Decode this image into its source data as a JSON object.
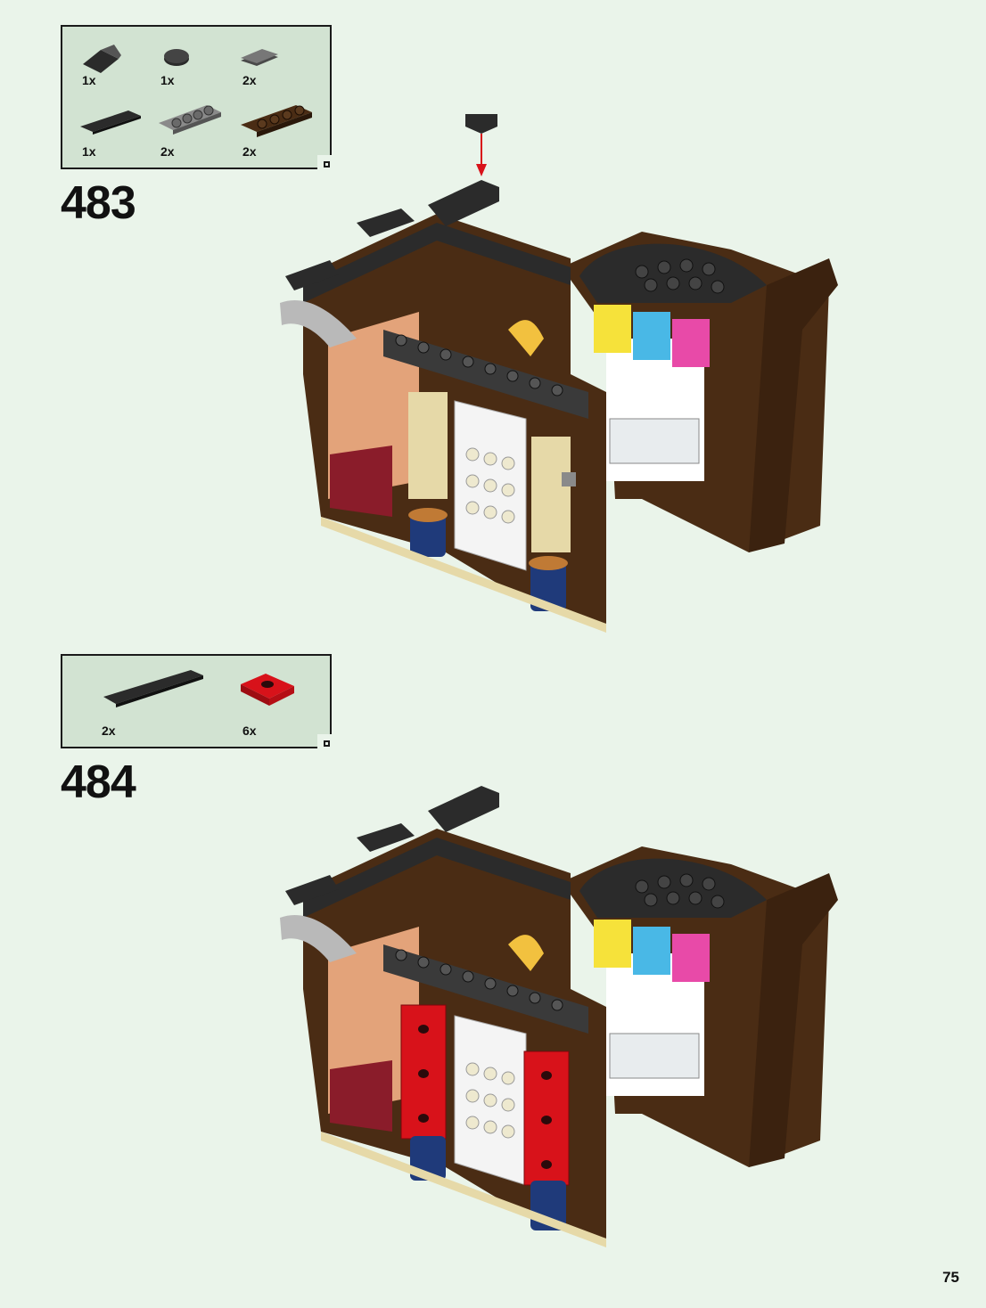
{
  "page_number": "75",
  "steps": [
    {
      "number": "483",
      "parts": [
        {
          "qty": "1x",
          "name": "black-slope-icon",
          "color": "#2b2b2b"
        },
        {
          "qty": "1x",
          "name": "black-tile-round-icon",
          "color": "#2b2b2b"
        },
        {
          "qty": "2x",
          "name": "grey-tile-icon",
          "color": "#6b6b6b"
        },
        {
          "qty": "1x",
          "name": "black-long-tile-icon",
          "color": "#2b2b2b"
        },
        {
          "qty": "2x",
          "name": "grey-plate-1x4-icon",
          "color": "#8a8a8a"
        },
        {
          "qty": "2x",
          "name": "brown-plate-1x4-icon",
          "color": "#4a2c14"
        }
      ]
    },
    {
      "number": "484",
      "parts": [
        {
          "qty": "2x",
          "name": "black-long-tile-icon",
          "color": "#2b2b2b"
        },
        {
          "qty": "6x",
          "name": "red-jumper-plate-icon",
          "color": "#d8121a"
        }
      ]
    }
  ],
  "colors": {
    "background": "#eaf4ea",
    "parts_box": "#d2e3d2",
    "dark_brown": "#4a2c14",
    "black": "#2b2b2b",
    "tan_brick": "#e3a37a",
    "red": "#d8121a"
  }
}
